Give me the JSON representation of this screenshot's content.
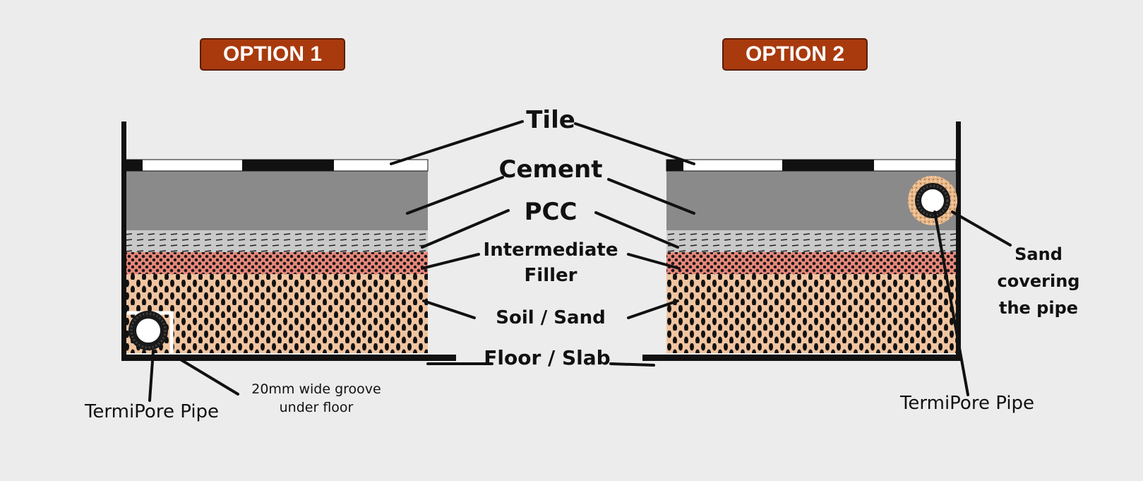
{
  "option1": {
    "title": "OPTION 1"
  },
  "option2": {
    "title": "OPTION 2"
  },
  "labels": {
    "tile": "Tile",
    "cement": "Cement",
    "pcc": "PCC",
    "filler_line1": "Intermediate",
    "filler_line2": "Filler",
    "soil": "Soil / Sand",
    "floor": "Floor / Slab",
    "pipe_left": "TermiPore Pipe",
    "groove_line1": "20mm wide groove",
    "groove_line2": "under floor",
    "pipe_right": "TermiPore Pipe",
    "sand_line1": "Sand",
    "sand_line2": "covering",
    "sand_line3": "the pipe"
  },
  "colors": {
    "background": "#ececec",
    "badge": "#a83a0d",
    "cement": "#8a8a8a",
    "pcc": "#c9c9c9",
    "filler": "#e8877a",
    "soil": "#f0c4a0",
    "sand_ring": "#e8b88a"
  }
}
